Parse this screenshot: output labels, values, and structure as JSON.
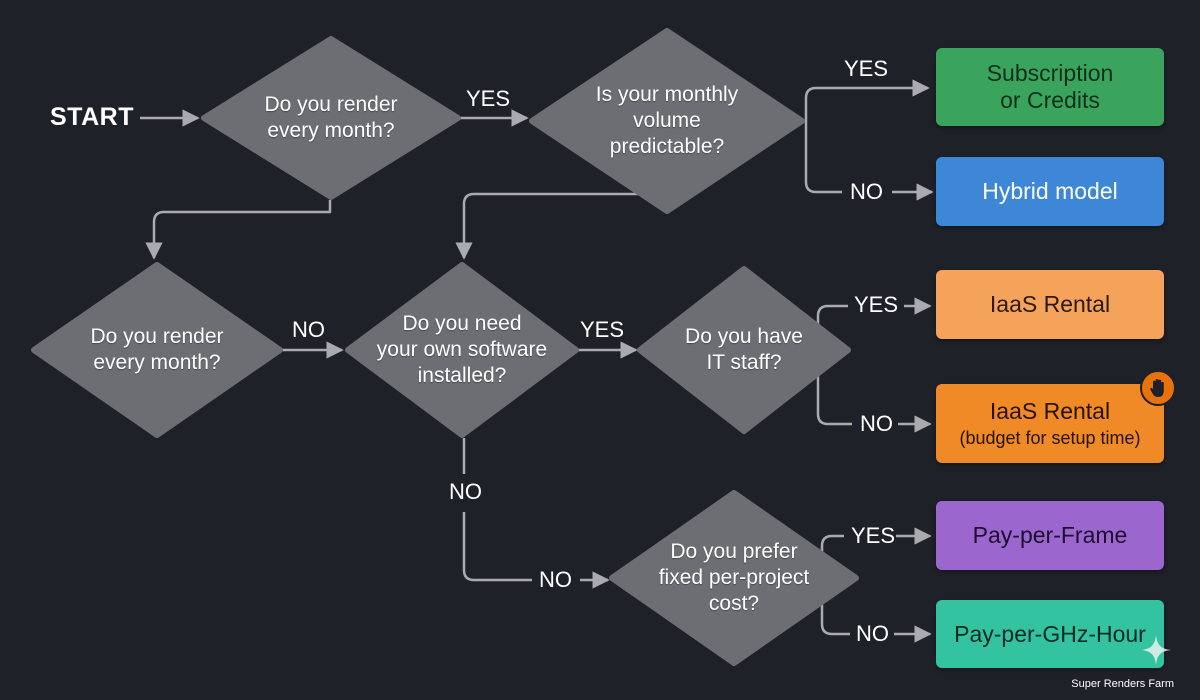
{
  "start": "START",
  "decisions": {
    "d1": "Do you render\nevery month?",
    "d2": "Is your monthly\nvolume\npredictable?",
    "d3": "Do you render\nevery month?",
    "d4": "Do you need\nyour own software\ninstalled?",
    "d5": "Do you have\nIT staff?",
    "d6": "Do you prefer\nfixed per-project\ncost?"
  },
  "edge_labels": {
    "d1_yes": "YES",
    "d2_yes": "YES",
    "d2_no": "NO",
    "d3_no": "NO",
    "d4_yes": "YES",
    "d4_no": "NO",
    "d4_no_arrow": "NO",
    "d5_yes": "YES",
    "d5_no": "NO",
    "d6_yes": "YES",
    "d6_no": "NO"
  },
  "outcomes": {
    "subscription": {
      "title": "Subscription\nor Credits",
      "color": "#3aa35c",
      "text_color": "#10301b"
    },
    "hybrid": {
      "title": "Hybrid model",
      "color": "#3e86d6",
      "text_color": "#ffffff"
    },
    "iaas1": {
      "title": "IaaS Rental",
      "color": "#f5a25a",
      "text_color": "#2b1a0b"
    },
    "iaas2": {
      "title": "IaaS Rental",
      "subtitle": "(budget for setup time)",
      "color": "#ef8a26",
      "text_color": "#241304"
    },
    "ppf": {
      "title": "Pay-per-Frame",
      "color": "#9b67cf",
      "text_color": "#1d0f2d"
    },
    "ghz": {
      "title": "Pay-per-GHz-Hour",
      "color": "#34c3a0",
      "text_color": "#0c2a23"
    }
  },
  "colors": {
    "background": "#1f2129",
    "diamond": "#6c6e73",
    "connector": "#a9abb0",
    "badge": "#e8730c"
  },
  "icons": {
    "warning_badge": "hand-stop-icon",
    "logo": "sparkle-icon"
  },
  "watermark": "Super Renders Farm"
}
